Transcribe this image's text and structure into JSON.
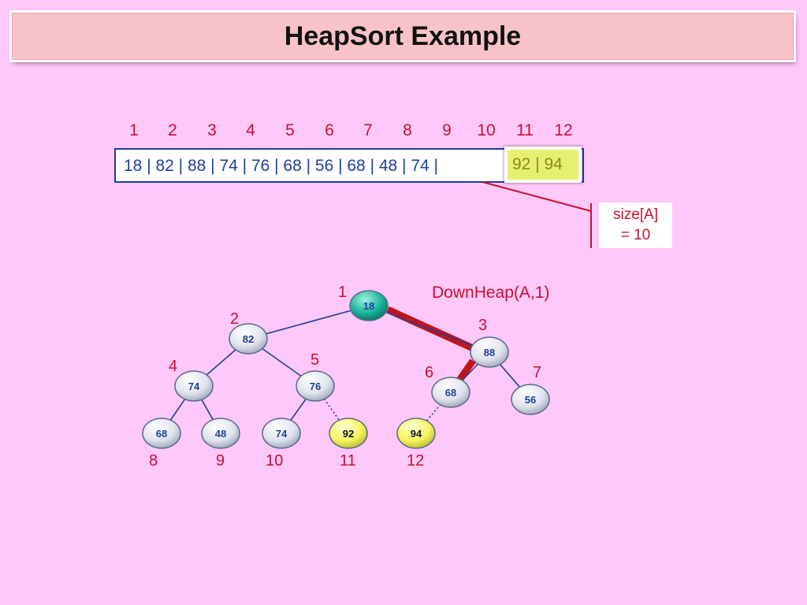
{
  "title": "HeapSort Example",
  "indices": [
    "1",
    "2",
    "3",
    "4",
    "5",
    "6",
    "7",
    "8",
    "9",
    "10",
    "11",
    "12"
  ],
  "array_main": "18 | 82 | 88 | 74 | 76 | 68 | 56 | 68 | 48 | 74 |",
  "array_sorted": "92 | 94",
  "size_note": {
    "line1": "size[A]",
    "line2": "= 10"
  },
  "operation": "DownHeap(A,1)",
  "node_labels": [
    "1",
    "2",
    "3",
    "4",
    "5",
    "6",
    "7",
    "8",
    "9",
    "10",
    "11",
    "12"
  ],
  "nodes": [
    {
      "value": "18",
      "state": "active"
    },
    {
      "value": "82",
      "state": "normal"
    },
    {
      "value": "88",
      "state": "normal"
    },
    {
      "value": "74",
      "state": "normal"
    },
    {
      "value": "76",
      "state": "normal"
    },
    {
      "value": "68",
      "state": "normal"
    },
    {
      "value": "56",
      "state": "normal"
    },
    {
      "value": "68",
      "state": "normal"
    },
    {
      "value": "48",
      "state": "normal"
    },
    {
      "value": "74",
      "state": "normal"
    },
    {
      "value": "92",
      "state": "sorted"
    },
    {
      "value": "94",
      "state": "sorted"
    }
  ],
  "colors": {
    "background": "#ffc8fb",
    "accent_red": "#c8102e",
    "array_blue": "#1f3f9a",
    "active_node": "#19b39a",
    "sorted_node": "#f6f660",
    "normal_node": "#dfe3ec"
  }
}
